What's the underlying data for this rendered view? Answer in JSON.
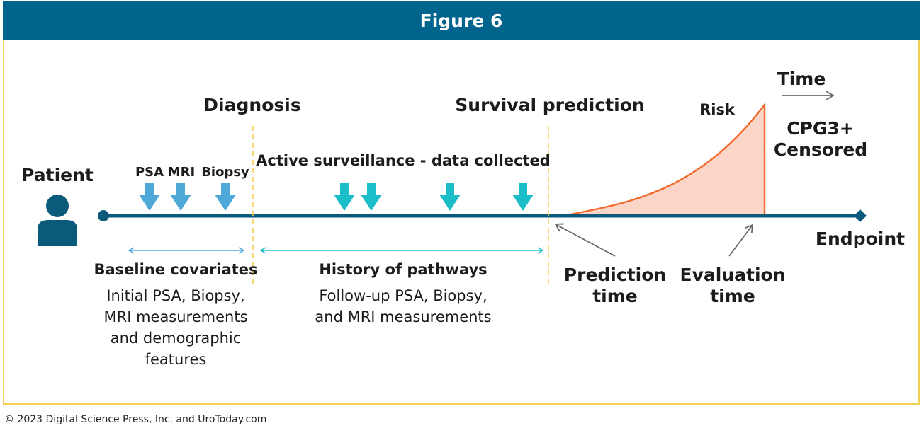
{
  "header": {
    "title": "Figure 6"
  },
  "labels": {
    "patient": "Patient",
    "psa": "PSA",
    "mri": "MRI",
    "biopsy": "Biopsy",
    "diagnosis": "Diagnosis",
    "active_surveillance": "Active surveillance - data collected",
    "survival_prediction": "Survival prediction",
    "risk": "Risk",
    "time": "Time",
    "outcome_line1": "CPG3+",
    "outcome_line2": "Censored",
    "endpoint": "Endpoint",
    "baseline_covariates": "Baseline covariates",
    "baseline_desc_line1": "Initial PSA, Biopsy,",
    "baseline_desc_line2": "MRI measurements",
    "baseline_desc_line3": "and demographic",
    "baseline_desc_line4": "features",
    "history_of_pathways": "History of pathways",
    "history_desc_line1": "Follow-up PSA, Biopsy,",
    "history_desc_line2": "and MRI measurements",
    "prediction_time_line1": "Prediction",
    "prediction_time_line2": "time",
    "evaluation_time_line1": "Evaluation",
    "evaluation_time_line2": "time"
  },
  "colors": {
    "header_bg": "#00648c",
    "border": "#f3cf52",
    "timeline": "#0b5a7c",
    "baseline_arrows": "#4ea8d8",
    "surveillance_arrows": "#1bbdc8",
    "risk_stroke": "#f26a2c",
    "risk_fill": "#fbd5c7"
  },
  "icons": [
    "patient-icon",
    "down-arrow-icon",
    "double-arrow-icon",
    "diamond-endpoint-icon"
  ],
  "footer": {
    "copyright": "© 2023 Digital Science Press, Inc. and UroToday.com"
  }
}
